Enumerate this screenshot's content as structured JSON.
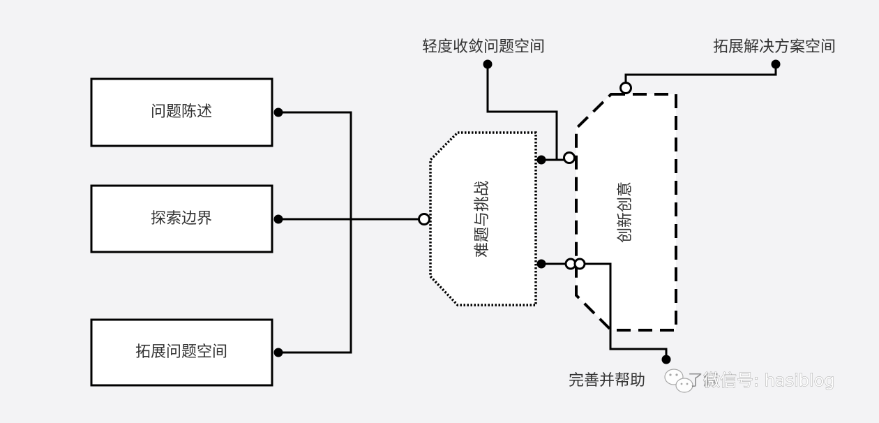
{
  "diagram": {
    "boxes": {
      "problem_statement": "问题陈述",
      "explore_boundary": "探索边界",
      "expand_problem_space": "拓展问题空间",
      "challenge": "难题与挑战",
      "innovation": "创新创意"
    },
    "labels": {
      "converge": "轻度收敛问题空间",
      "expand_solution": "拓展解决方案空间",
      "refine": "完善并帮助"
    },
    "watermark": {
      "text": "微信号: hasiblog",
      "overlap_fragment": "了解",
      "icon": "wechat-logo-icon"
    }
  }
}
